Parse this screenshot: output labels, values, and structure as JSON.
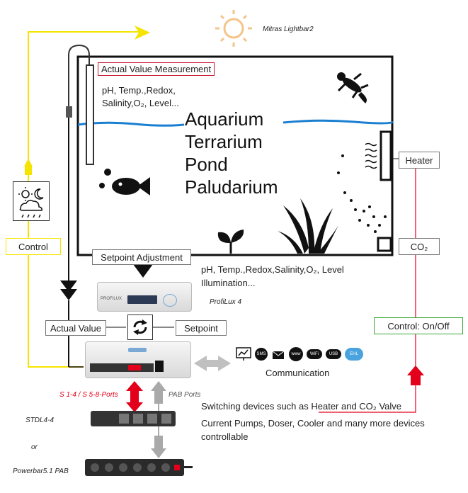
{
  "labels": {
    "mitras": "Mitras Lightbar2",
    "actual_value_measurement": "Actual Value Measurement",
    "params_line1": "pH, Temp.,Redox,",
    "params_line2": "Salinity,O₂, Level...",
    "habitat": [
      "Aquarium",
      "Terrarium",
      "Pond",
      "Paludarium"
    ],
    "heater": "Heater",
    "co2": "CO₂",
    "control": "Control",
    "setpoint_adjustment": "Setpoint Adjustment",
    "setpoint_params_line1": "pH, Temp.,Redox,Salinity,O₂, Level",
    "setpoint_params_line2": "Illumination...",
    "profilux": "ProfiLux 4",
    "actual_value": "Actual Value",
    "setpoint": "Setpoint",
    "control_onoff": "Control: On/Off",
    "communication": "Communication",
    "s_ports": "S 1-4 / S 5-8-Ports",
    "pab_ports": "PAB Ports",
    "switching_line1": "Switching devices such as Heater and CO₂ Valve",
    "switching_line2": "Current Pumps, Doser, Cooler and many more devices",
    "switching_line3": "controllable",
    "stdl": "STDL4-4",
    "or": "or",
    "powerbar": "Powerbar5.1 PAB",
    "comm_icons": [
      "SMS",
      "www",
      "WiFi",
      "USB",
      "EHL"
    ],
    "device_logo": "PROFILUX"
  },
  "colors": {
    "yellow": "#f5e400",
    "red": "#e2001a",
    "green": "#3aa935",
    "gray_arrow": "#a9a9a9",
    "water": "#1a7fd1",
    "dark": "#111111",
    "setpoint_border": "#c8102e"
  },
  "icons": [
    "sun-icon",
    "lizard-icon",
    "fish-icon",
    "plant-sprout-icon",
    "grass-icon",
    "heater-icon",
    "weather-icon",
    "cycle-icon",
    "chart-monitor-icon",
    "sms-icon",
    "mail-icon",
    "www-icon",
    "wifi-icon",
    "usb-icon",
    "cloud-icon"
  ]
}
